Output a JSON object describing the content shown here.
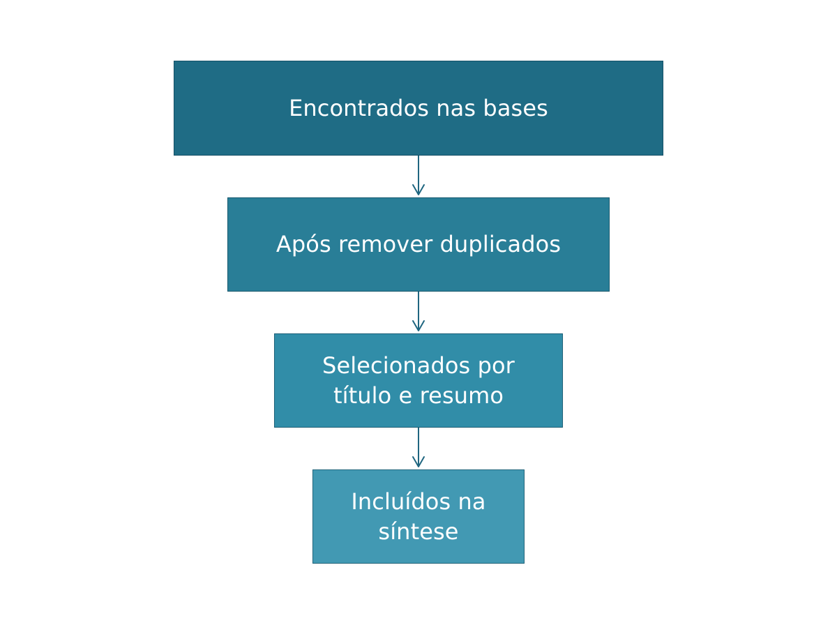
{
  "diagram": {
    "steps": [
      {
        "label": "Encontrados nas bases",
        "color": "#1f6c85"
      },
      {
        "label": "Após remover duplicados",
        "color": "#297e97"
      },
      {
        "label": "Selecionados por\ntítulo e resumo",
        "color": "#318da8"
      },
      {
        "label": "Incluídos na\nsíntese",
        "color": "#4299b3"
      }
    ],
    "arrow_color": "#1f6680"
  }
}
